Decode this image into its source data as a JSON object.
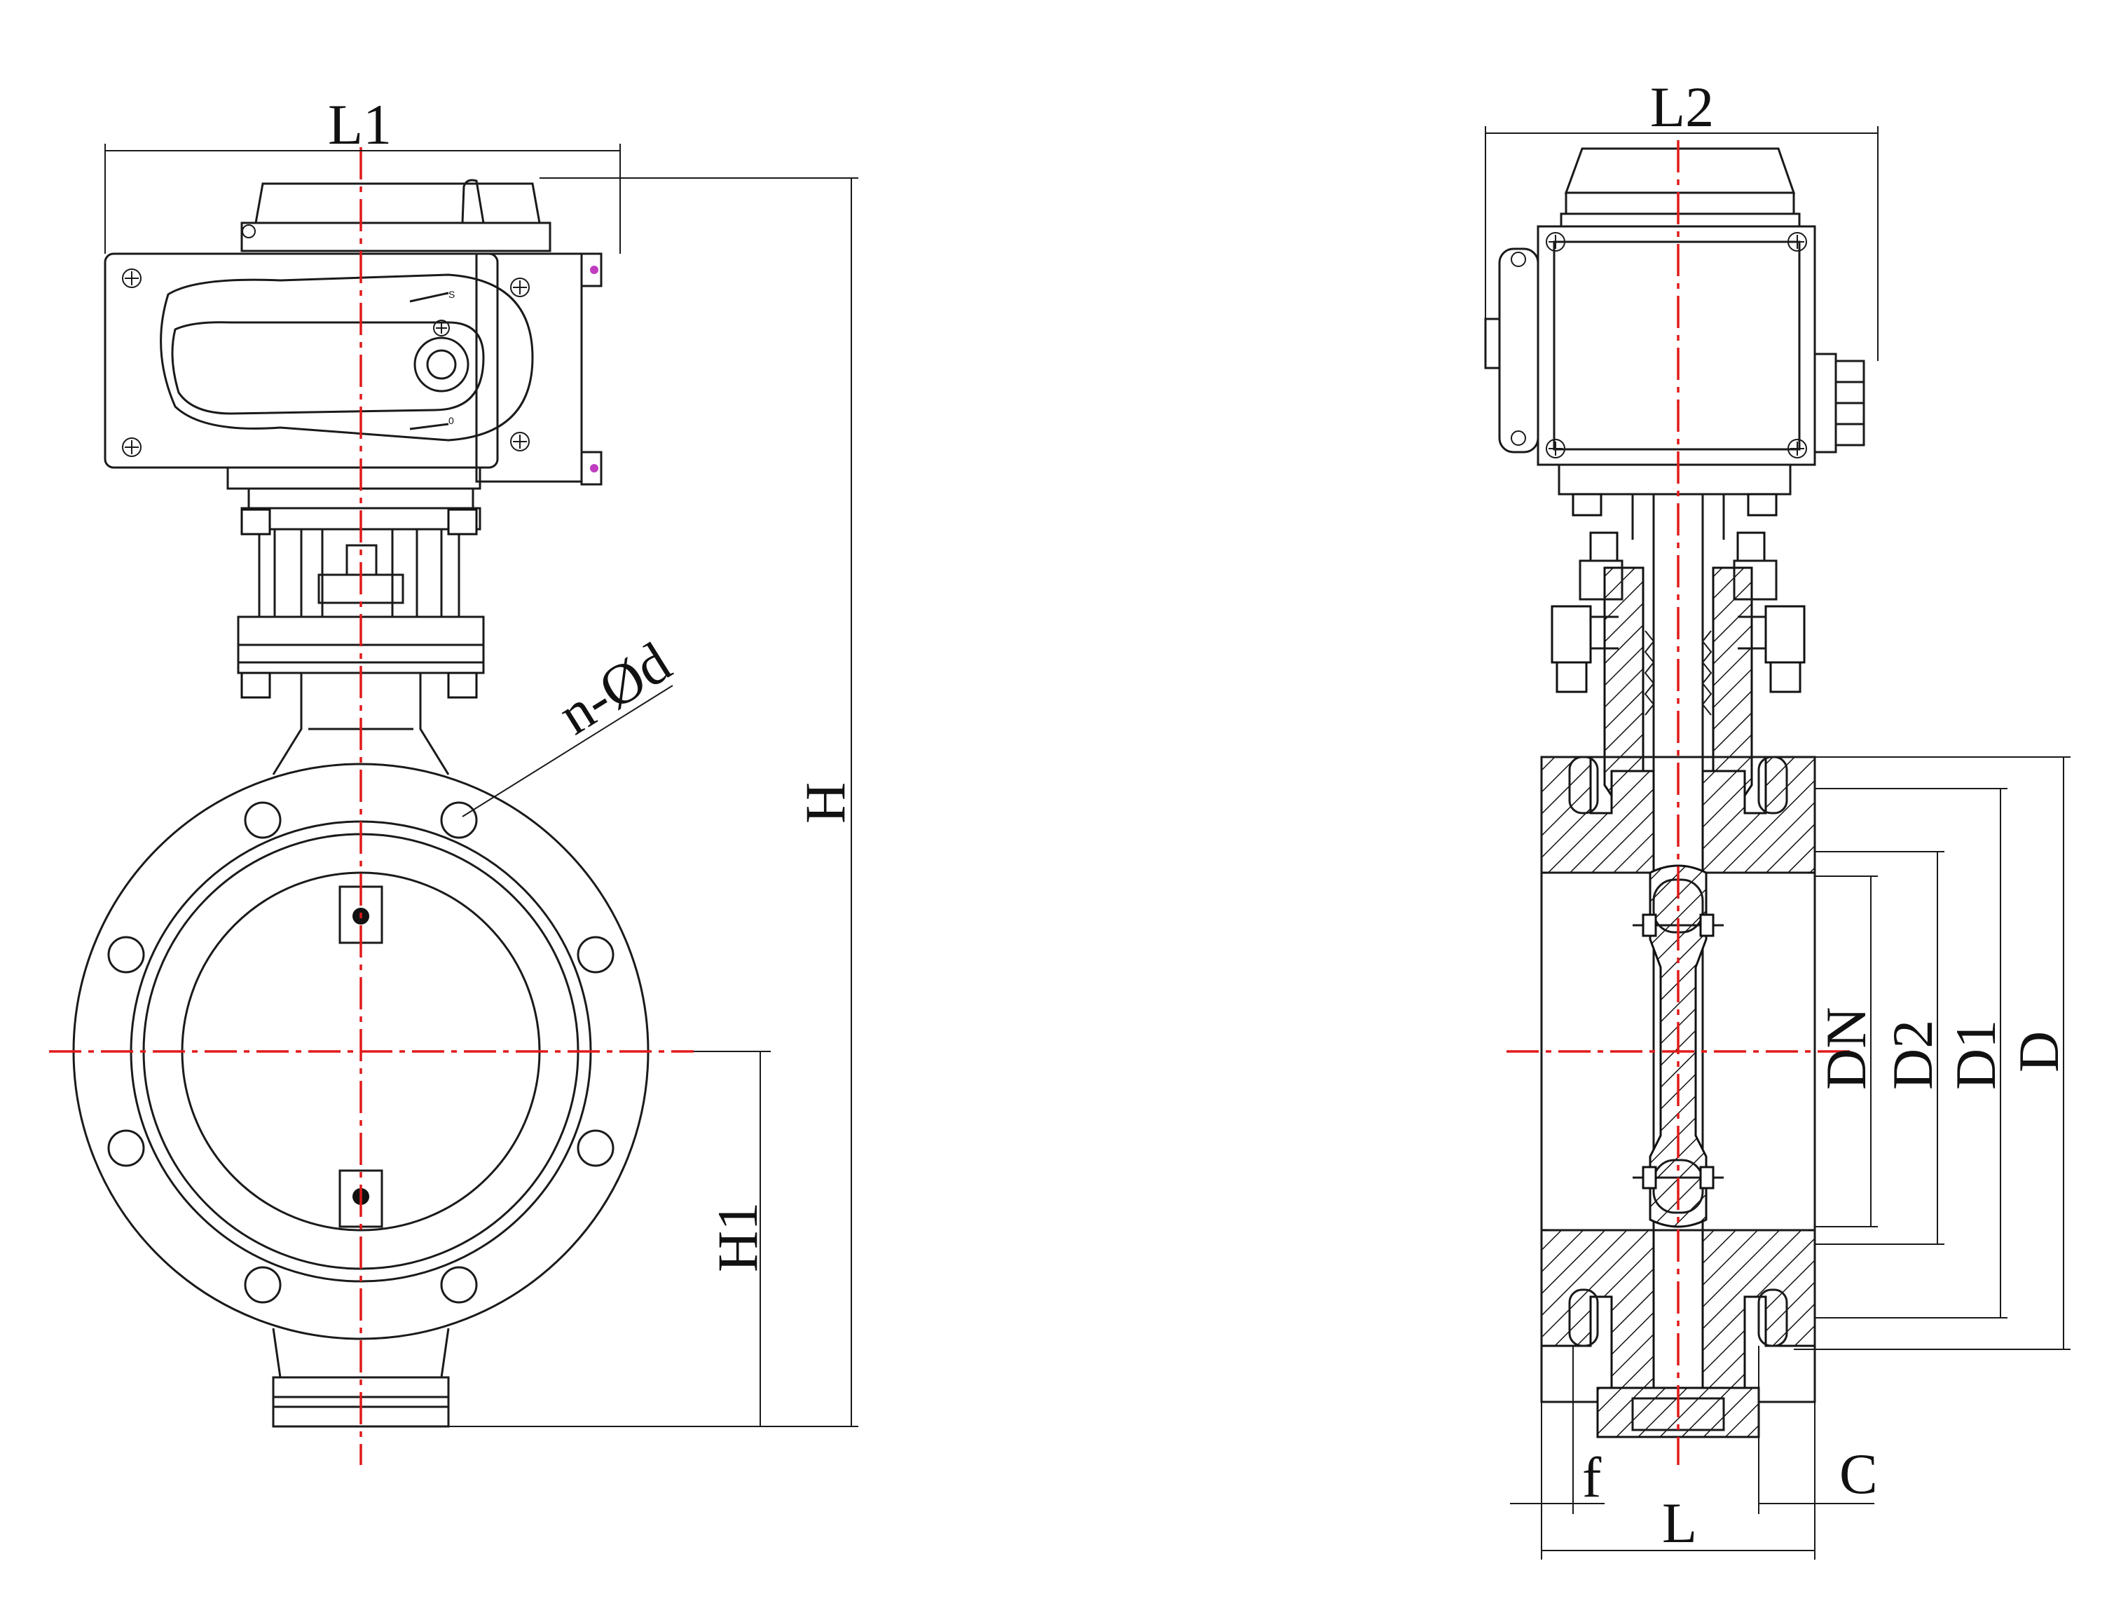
{
  "labels": {
    "l1": "L1",
    "l2": "L2",
    "h": "H",
    "h1": "H1",
    "bolt_holes": "n-Ød",
    "dn": "DN",
    "d2": "D2",
    "d1": "D1",
    "d": "D",
    "l": "L",
    "f": "f",
    "c": "C"
  },
  "colors": {
    "centerline": "#e11a1a",
    "outline": "#111111",
    "background": "#ffffff"
  }
}
